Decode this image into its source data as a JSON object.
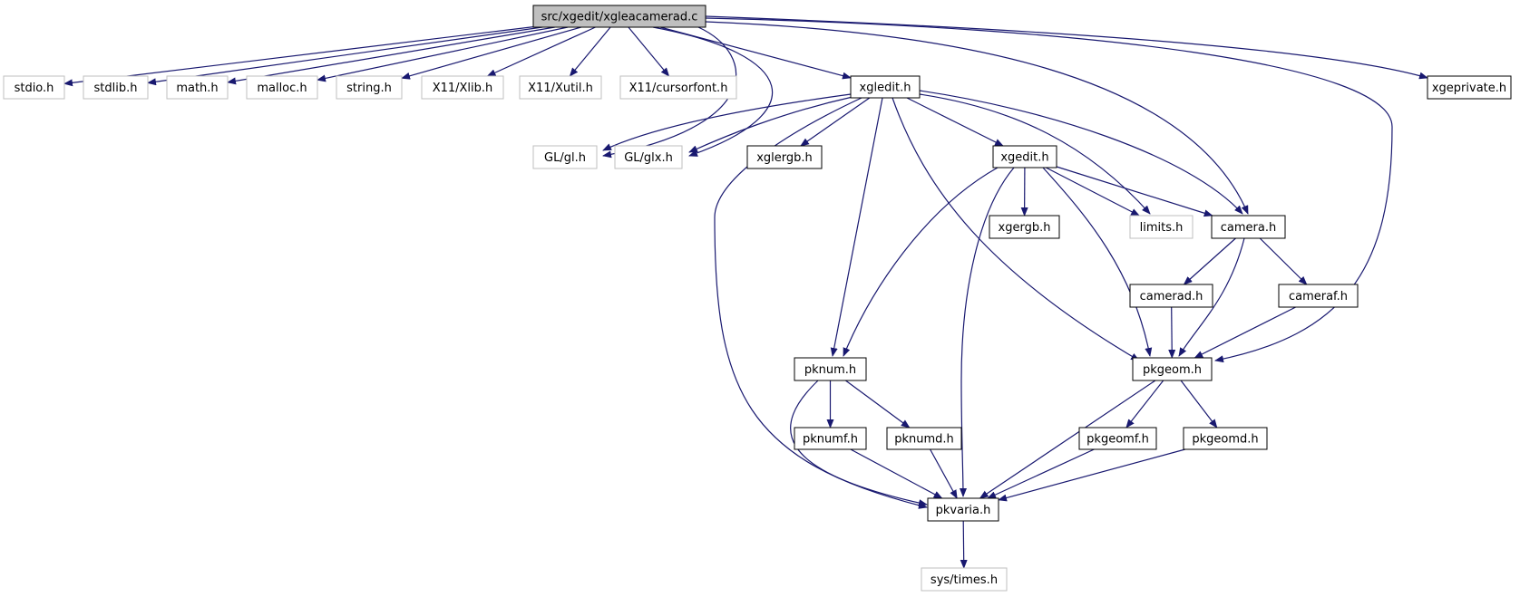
{
  "title": "src/xgedit/xgleacamerad.c",
  "colors": {
    "edge": "#191970",
    "node_border_documented": "#000000",
    "node_border_external": "#bfbfbf",
    "root_fill": "#bfbfbf",
    "node_fill": "#ffffff",
    "text": "#000000"
  },
  "nodes": {
    "root": {
      "label": "src/xgedit/xgleacamerad.c",
      "kind": "root"
    },
    "stdio": {
      "label": "stdio.h",
      "kind": "external"
    },
    "stdlib": {
      "label": "stdlib.h",
      "kind": "external"
    },
    "math": {
      "label": "math.h",
      "kind": "external"
    },
    "malloc": {
      "label": "malloc.h",
      "kind": "external"
    },
    "string": {
      "label": "string.h",
      "kind": "external"
    },
    "xlib": {
      "label": "X11/Xlib.h",
      "kind": "external"
    },
    "xutil": {
      "label": "X11/Xutil.h",
      "kind": "external"
    },
    "cursorfont": {
      "label": "X11/cursorfont.h",
      "kind": "external"
    },
    "xgledit": {
      "label": "xgledit.h",
      "kind": "documented"
    },
    "xgeprivate": {
      "label": "xgeprivate.h",
      "kind": "documented"
    },
    "glh": {
      "label": "GL/gl.h",
      "kind": "external"
    },
    "glxh": {
      "label": "GL/glx.h",
      "kind": "external"
    },
    "xglergb": {
      "label": "xglergb.h",
      "kind": "documented"
    },
    "xgedit": {
      "label": "xgedit.h",
      "kind": "documented"
    },
    "xgergb": {
      "label": "xgergb.h",
      "kind": "documented"
    },
    "limits": {
      "label": "limits.h",
      "kind": "external"
    },
    "camera": {
      "label": "camera.h",
      "kind": "documented"
    },
    "camerad": {
      "label": "camerad.h",
      "kind": "documented"
    },
    "cameraf": {
      "label": "cameraf.h",
      "kind": "documented"
    },
    "pknum": {
      "label": "pknum.h",
      "kind": "documented"
    },
    "pkgeom": {
      "label": "pkgeom.h",
      "kind": "documented"
    },
    "pknumf": {
      "label": "pknumf.h",
      "kind": "documented"
    },
    "pknumd": {
      "label": "pknumd.h",
      "kind": "documented"
    },
    "pkgeomf": {
      "label": "pkgeomf.h",
      "kind": "documented"
    },
    "pkgeomd": {
      "label": "pkgeomd.h",
      "kind": "documented"
    },
    "pkvaria": {
      "label": "pkvaria.h",
      "kind": "documented"
    },
    "systimes": {
      "label": "sys/times.h",
      "kind": "external"
    }
  },
  "edges": [
    [
      "root",
      "stdio"
    ],
    [
      "root",
      "stdlib"
    ],
    [
      "root",
      "math"
    ],
    [
      "root",
      "malloc"
    ],
    [
      "root",
      "string"
    ],
    [
      "root",
      "xlib"
    ],
    [
      "root",
      "xutil"
    ],
    [
      "root",
      "cursorfont"
    ],
    [
      "root",
      "xgledit"
    ],
    [
      "root",
      "glh"
    ],
    [
      "root",
      "glxh"
    ],
    [
      "root",
      "camera"
    ],
    [
      "root",
      "pkgeom"
    ],
    [
      "root",
      "xgeprivate"
    ],
    [
      "xgledit",
      "glh"
    ],
    [
      "xgledit",
      "glxh"
    ],
    [
      "xgledit",
      "xglergb"
    ],
    [
      "xgledit",
      "xgedit"
    ],
    [
      "xgledit",
      "limits"
    ],
    [
      "xgledit",
      "camera"
    ],
    [
      "xgledit",
      "pknum"
    ],
    [
      "xgledit",
      "pkgeom"
    ],
    [
      "xgledit",
      "pkvaria"
    ],
    [
      "xgedit",
      "xgergb"
    ],
    [
      "xgedit",
      "limits"
    ],
    [
      "xgedit",
      "camera"
    ],
    [
      "xgedit",
      "pknum"
    ],
    [
      "xgedit",
      "pkgeom"
    ],
    [
      "xgedit",
      "pkvaria"
    ],
    [
      "camera",
      "camerad"
    ],
    [
      "camera",
      "cameraf"
    ],
    [
      "camera",
      "pkgeom"
    ],
    [
      "camerad",
      "pkgeom"
    ],
    [
      "cameraf",
      "pkgeom"
    ],
    [
      "pknum",
      "pknumf"
    ],
    [
      "pknum",
      "pknumd"
    ],
    [
      "pknum",
      "pkvaria"
    ],
    [
      "pknumf",
      "pkvaria"
    ],
    [
      "pknumd",
      "pkvaria"
    ],
    [
      "pkgeom",
      "pkgeomf"
    ],
    [
      "pkgeom",
      "pkgeomd"
    ],
    [
      "pkgeom",
      "pkvaria"
    ],
    [
      "pkgeomf",
      "pkvaria"
    ],
    [
      "pkgeomd",
      "pkvaria"
    ],
    [
      "pkvaria",
      "systimes"
    ]
  ]
}
